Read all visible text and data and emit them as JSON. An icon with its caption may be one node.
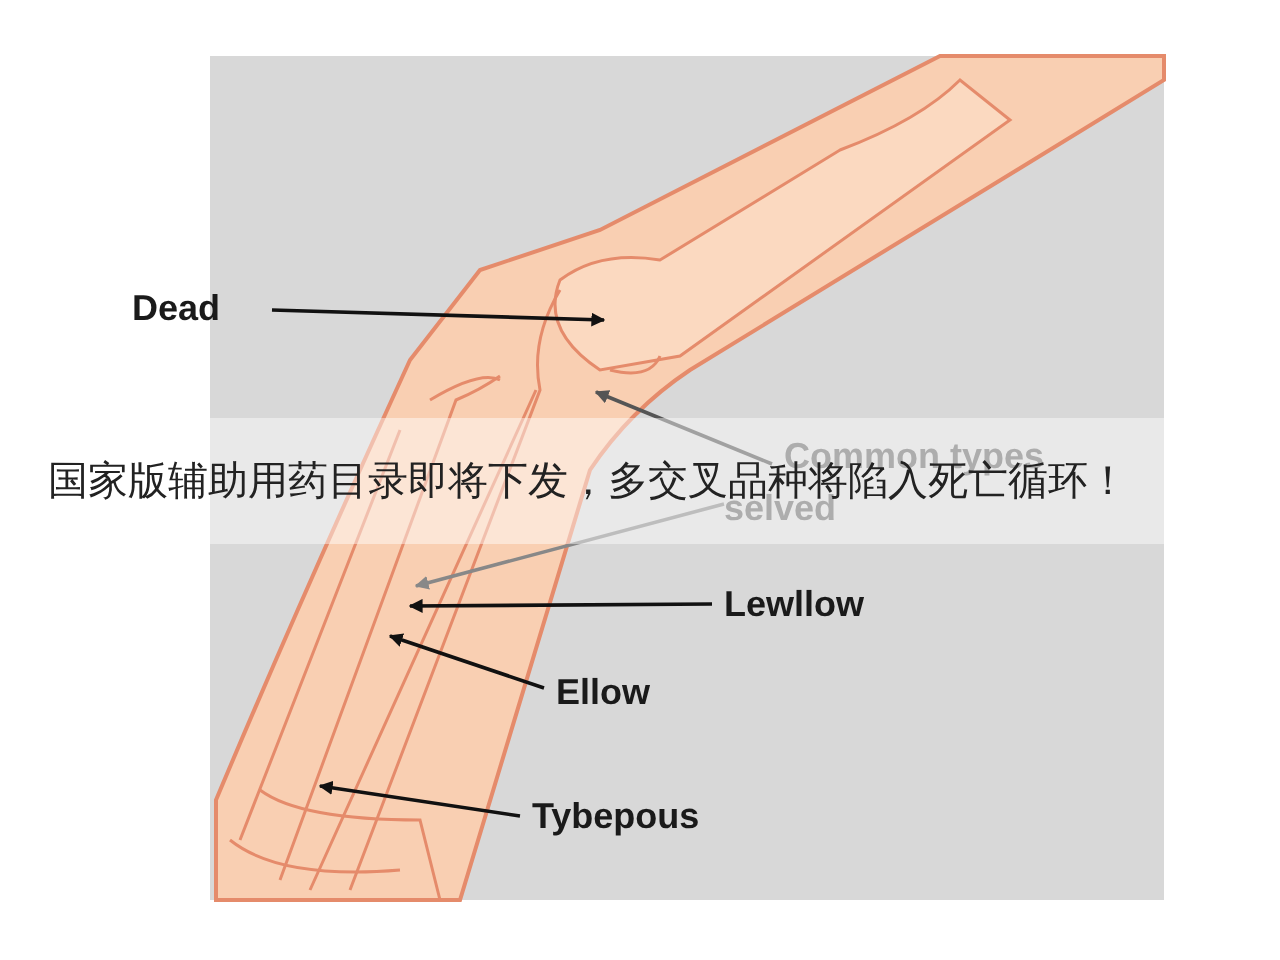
{
  "diagram": {
    "nodes": [
      {
        "text": [
          "Dead"
        ]
      },
      {
        "text": [
          "Common types"
        ]
      },
      {
        "text": [
          "selved"
        ]
      },
      {
        "text": [
          "Lewllow"
        ]
      },
      {
        "text": [
          "Ellow"
        ]
      },
      {
        "text": [
          "Tybepous"
        ]
      }
    ],
    "edges": [
      {
        "from": 0,
        "to": null,
        "arrow": "to"
      },
      {
        "from": 1,
        "to": null,
        "arrow": "to",
        "color": "#555555"
      },
      {
        "from": 2,
        "to": null,
        "arrow": "to",
        "color": "#888888"
      },
      {
        "from": 3,
        "to": null,
        "arrow": "to"
      },
      {
        "from": 4,
        "to": null,
        "arrow": "to"
      },
      {
        "from": 5,
        "to": null,
        "arrow": "to"
      }
    ],
    "labels": [
      "国家版辅助用药目录即将下发，多交叉品种将陷入死亡循环！"
    ]
  }
}
